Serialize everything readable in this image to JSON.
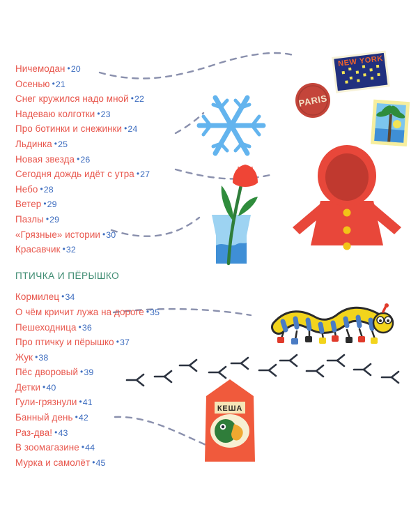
{
  "document": {
    "type": "table-of-contents",
    "background_color": "#ffffff",
    "title_color": "#e8564c",
    "page_number_color": "#3c6cbf",
    "section_header_color": "#3f8c72",
    "dashed_path_color": "#8a90ad"
  },
  "contents": {
    "groups": [
      {
        "header": null,
        "entries": [
          {
            "title": "Ничемодан",
            "page": "20"
          },
          {
            "title": "Осенью",
            "page": "21"
          },
          {
            "title": "Снег кружился надо мной",
            "page": "22"
          },
          {
            "title": "Надеваю колготки",
            "page": "23"
          },
          {
            "title": "Про ботинки и снежинки",
            "page": "24"
          },
          {
            "title": "Льдинка",
            "page": "25"
          },
          {
            "title": "Новая звезда",
            "page": "26"
          },
          {
            "title": "Сегодня дождь идёт с утра",
            "page": "27"
          },
          {
            "title": "Небо",
            "page": "28"
          },
          {
            "title": "Ветер",
            "page": "29"
          },
          {
            "title": "Пазлы",
            "page": "29"
          },
          {
            "title": "«Грязные» истории",
            "page": "30"
          },
          {
            "title": "Красавчик",
            "page": "32"
          }
        ]
      },
      {
        "header": "ПТИЧКА И ПЁРЫШКО",
        "entries": [
          {
            "title": "Кормилец",
            "page": "34"
          },
          {
            "title": "О чём кричит лужа на дороге",
            "page": "35"
          },
          {
            "title": "Пешеходница",
            "page": "36"
          },
          {
            "title": "Про птичку и пёрышко",
            "page": "37"
          },
          {
            "title": "Жук",
            "page": "38"
          },
          {
            "title": "Пёс дворовый",
            "page": "39"
          },
          {
            "title": "Детки",
            "page": "40"
          },
          {
            "title": "Гули-грязнули",
            "page": "41"
          },
          {
            "title": "Банный день",
            "page": "42"
          },
          {
            "title": "Раз-два!",
            "page": "43"
          },
          {
            "title": "В зоомагазине",
            "page": "44"
          },
          {
            "title": "Мурка и самолёт",
            "page": "45"
          }
        ]
      }
    ],
    "bullet_separator": "•"
  },
  "illustrations": {
    "snowflake": {
      "name": "snowflake",
      "color": "#63b4ee"
    },
    "paris_sticker": {
      "name": "paris-stamp",
      "label": "PARIS",
      "fill_color": "#c4453a",
      "text_color": "#f3e3c8"
    },
    "newyork_postcard": {
      "name": "new-york-postcard",
      "label": "NEW YORK",
      "fill_color": "#21307e",
      "text_color": "#e8622e",
      "window_color": "#f2e455",
      "border_color": "#f7f2d8"
    },
    "palm_stamp": {
      "name": "palm-tree-stamp",
      "sky_color": "#7cc6ef",
      "sea_color": "#3f8fd6",
      "palm_color": "#2f8c3c",
      "trunk_color": "#5a4632",
      "sun_color": "#f2e455",
      "border_color": "#f6ee9e"
    },
    "raincoat": {
      "name": "red-raincoat",
      "body_color": "#e8473a",
      "hood_inner_color": "#c0392f",
      "button_color": "#f2c417",
      "button_count": "3"
    },
    "vase_tulip": {
      "name": "vase-with-tulip",
      "vase_color": "#9dd3f2",
      "water_color": "#3f8fd6",
      "stem_color": "#2f7d3a",
      "flower_color": "#ef4536"
    },
    "caterpillar": {
      "name": "caterpillar-in-boots",
      "stripe_a_color": "#f2d41c",
      "stripe_b_color": "#4a7cc4",
      "outline_color": "#2b2b2b",
      "boot_colors": "red, blue, yellow, black",
      "eye_color": "#ffffff",
      "nose_color": "#e03a2a"
    },
    "bird_tracks": {
      "name": "bird-footprints-trail",
      "color": "#2c3340",
      "count": "11"
    },
    "birdhouse": {
      "name": "birdhouse-with-parrot",
      "label": "КЕША",
      "house_color": "#f05a3c",
      "sign_color": "#f5e6b8",
      "sign_text_color": "#2e2a26",
      "oval_color": "#f7efd2",
      "parrot_head_color": "#2f7d3a",
      "parrot_beak_color": "#f0a830"
    }
  }
}
